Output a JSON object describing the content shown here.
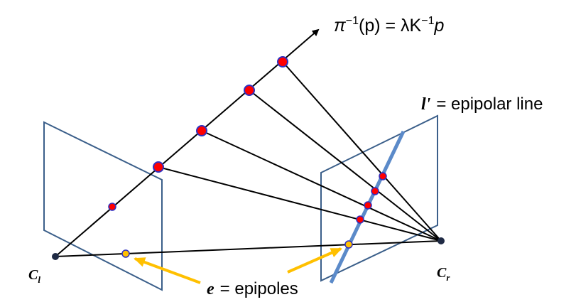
{
  "formula": {
    "pi": "π",
    "exp1": "−1",
    "mid": "(p) = λK",
    "exp2": "−1",
    "end": "p"
  },
  "epipolar_line": {
    "symbol": "l'",
    "text": "= epipolar line"
  },
  "epipoles": {
    "symbol": "e",
    "text": "= epipoles"
  },
  "camera_left": {
    "base": "C",
    "sub": "l"
  },
  "camera_right": {
    "base": "C",
    "sub": "r"
  },
  "colors": {
    "plane": "#3b5f8a",
    "ray": "#000000",
    "epipolar_line": "#5b8ac9",
    "point_fill": "#ff0000",
    "point_stroke": "#3030c0",
    "epipole_fill": "#ffc000",
    "arrow": "#ffc000",
    "camera": "#1f2a44"
  }
}
